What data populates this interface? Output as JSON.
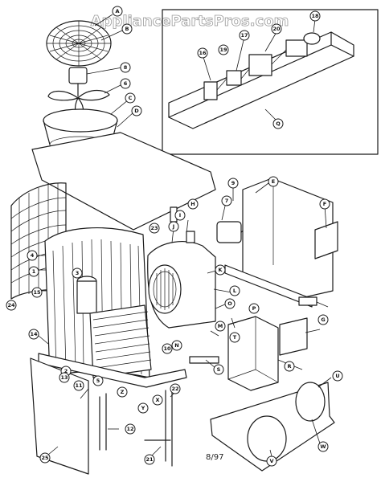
{
  "watermark": "AppliancePartsPros.com",
  "date_code": "8/97",
  "callouts": [
    "A",
    "B",
    "C",
    "D",
    "E",
    "F",
    "G",
    "H",
    "I",
    "J",
    "K",
    "L",
    "M",
    "N",
    "O",
    "P",
    "Q",
    "R",
    "S",
    "T",
    "U",
    "V",
    "W",
    "X",
    "Y",
    "Z",
    "1",
    "2",
    "3",
    "4",
    "5",
    "6",
    "7",
    "8",
    "9",
    "10",
    "11",
    "12",
    "13",
    "14",
    "15",
    "16",
    "17",
    "18",
    "19",
    "20",
    "21",
    "22",
    "23",
    "24",
    "25"
  ],
  "colors": {
    "line": "#1a1a1a",
    "background": "#ffffff",
    "watermark_stroke": "#9a9a9a"
  }
}
